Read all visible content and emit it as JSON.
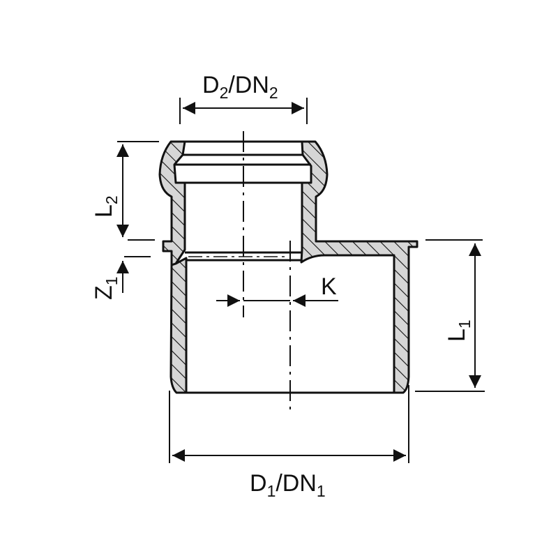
{
  "diagram": {
    "type": "technical-drawing",
    "subject": "reducing pipe socket / eccentric reducer cross-section",
    "colors": {
      "line": "#111111",
      "hatch_fill": "#d6d6d6",
      "background": "#ffffff"
    },
    "dimensions": {
      "d2": {
        "base": "D",
        "sub1": "2",
        "mid": "/DN",
        "sub2": "2"
      },
      "d1": {
        "base": "D",
        "sub1": "1",
        "mid": "/DN",
        "sub2": "1"
      },
      "l2": {
        "base": "L",
        "sub": "2"
      },
      "l1": {
        "base": "L",
        "sub": "1"
      },
      "z1": {
        "base": "Z",
        "sub": "1"
      },
      "k": {
        "base": "K"
      }
    }
  }
}
